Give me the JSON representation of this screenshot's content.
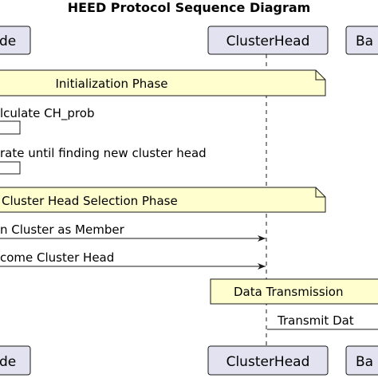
{
  "diagram": {
    "title": "HEED Protocol Sequence Diagram",
    "participants": {
      "node": {
        "label": "de"
      },
      "cluster_head": {
        "label": "ClusterHead"
      },
      "base": {
        "label": "Ba"
      }
    },
    "notes": {
      "init_phase": "Initialization Phase",
      "selection_phase": "Cluster Head Selection Phase",
      "data_phase": "Data Transmission"
    },
    "messages": {
      "calc_prob": "lculate CH_prob",
      "iterate": "rate until finding new cluster head",
      "join_cluster": "n Cluster as Member",
      "become_head": "come Cluster Head",
      "transmit": "Transmit Dat"
    }
  }
}
